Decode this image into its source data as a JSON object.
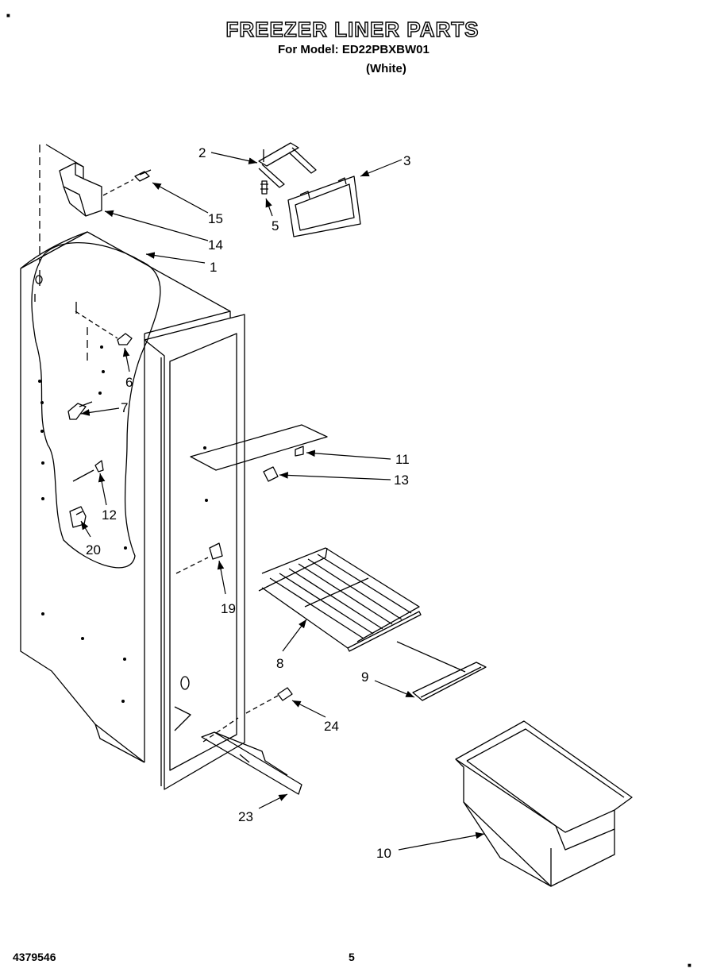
{
  "header": {
    "title": "FREEZER LINER PARTS",
    "model_line": "For Model: ED22PBXBW01",
    "variant": "(White)"
  },
  "footer": {
    "doc_number": "4379546",
    "page_number": "5"
  },
  "callouts": {
    "c1": "1",
    "c2": "2",
    "c3": "3",
    "c5": "5",
    "c6": "6",
    "c7": "7",
    "c8": "8",
    "c9": "9",
    "c10": "10",
    "c11": "11",
    "c12": "12",
    "c13": "13",
    "c14": "14",
    "c15": "15",
    "c19": "19",
    "c20": "20",
    "c23": "23",
    "c24": "24"
  }
}
